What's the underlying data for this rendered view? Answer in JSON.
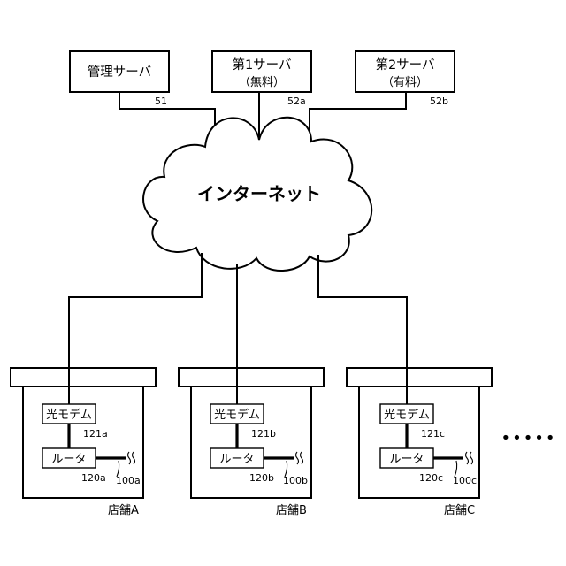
{
  "servers": {
    "management": {
      "label": "管理サーバ",
      "ref": "51"
    },
    "first": {
      "label": "第1サーバ",
      "sublabel": "（無料）",
      "ref": "52a"
    },
    "second": {
      "label": "第2サーバ",
      "sublabel": "（有料）",
      "ref": "52b"
    }
  },
  "internet": {
    "label": "インターネット"
  },
  "stores": [
    {
      "name": "店舗A",
      "modem_label": "光モデム",
      "modem_ref": "121a",
      "router_label": "ルータ",
      "router_ref": "120a",
      "terminal_ref": "100a"
    },
    {
      "name": "店舗B",
      "modem_label": "光モデム",
      "modem_ref": "121b",
      "router_label": "ルータ",
      "router_ref": "120b",
      "terminal_ref": "100b"
    },
    {
      "name": "店舗C",
      "modem_label": "光モデム",
      "modem_ref": "121c",
      "router_label": "ルータ",
      "router_ref": "120c",
      "terminal_ref": "100c"
    }
  ],
  "continuation": "•••••"
}
